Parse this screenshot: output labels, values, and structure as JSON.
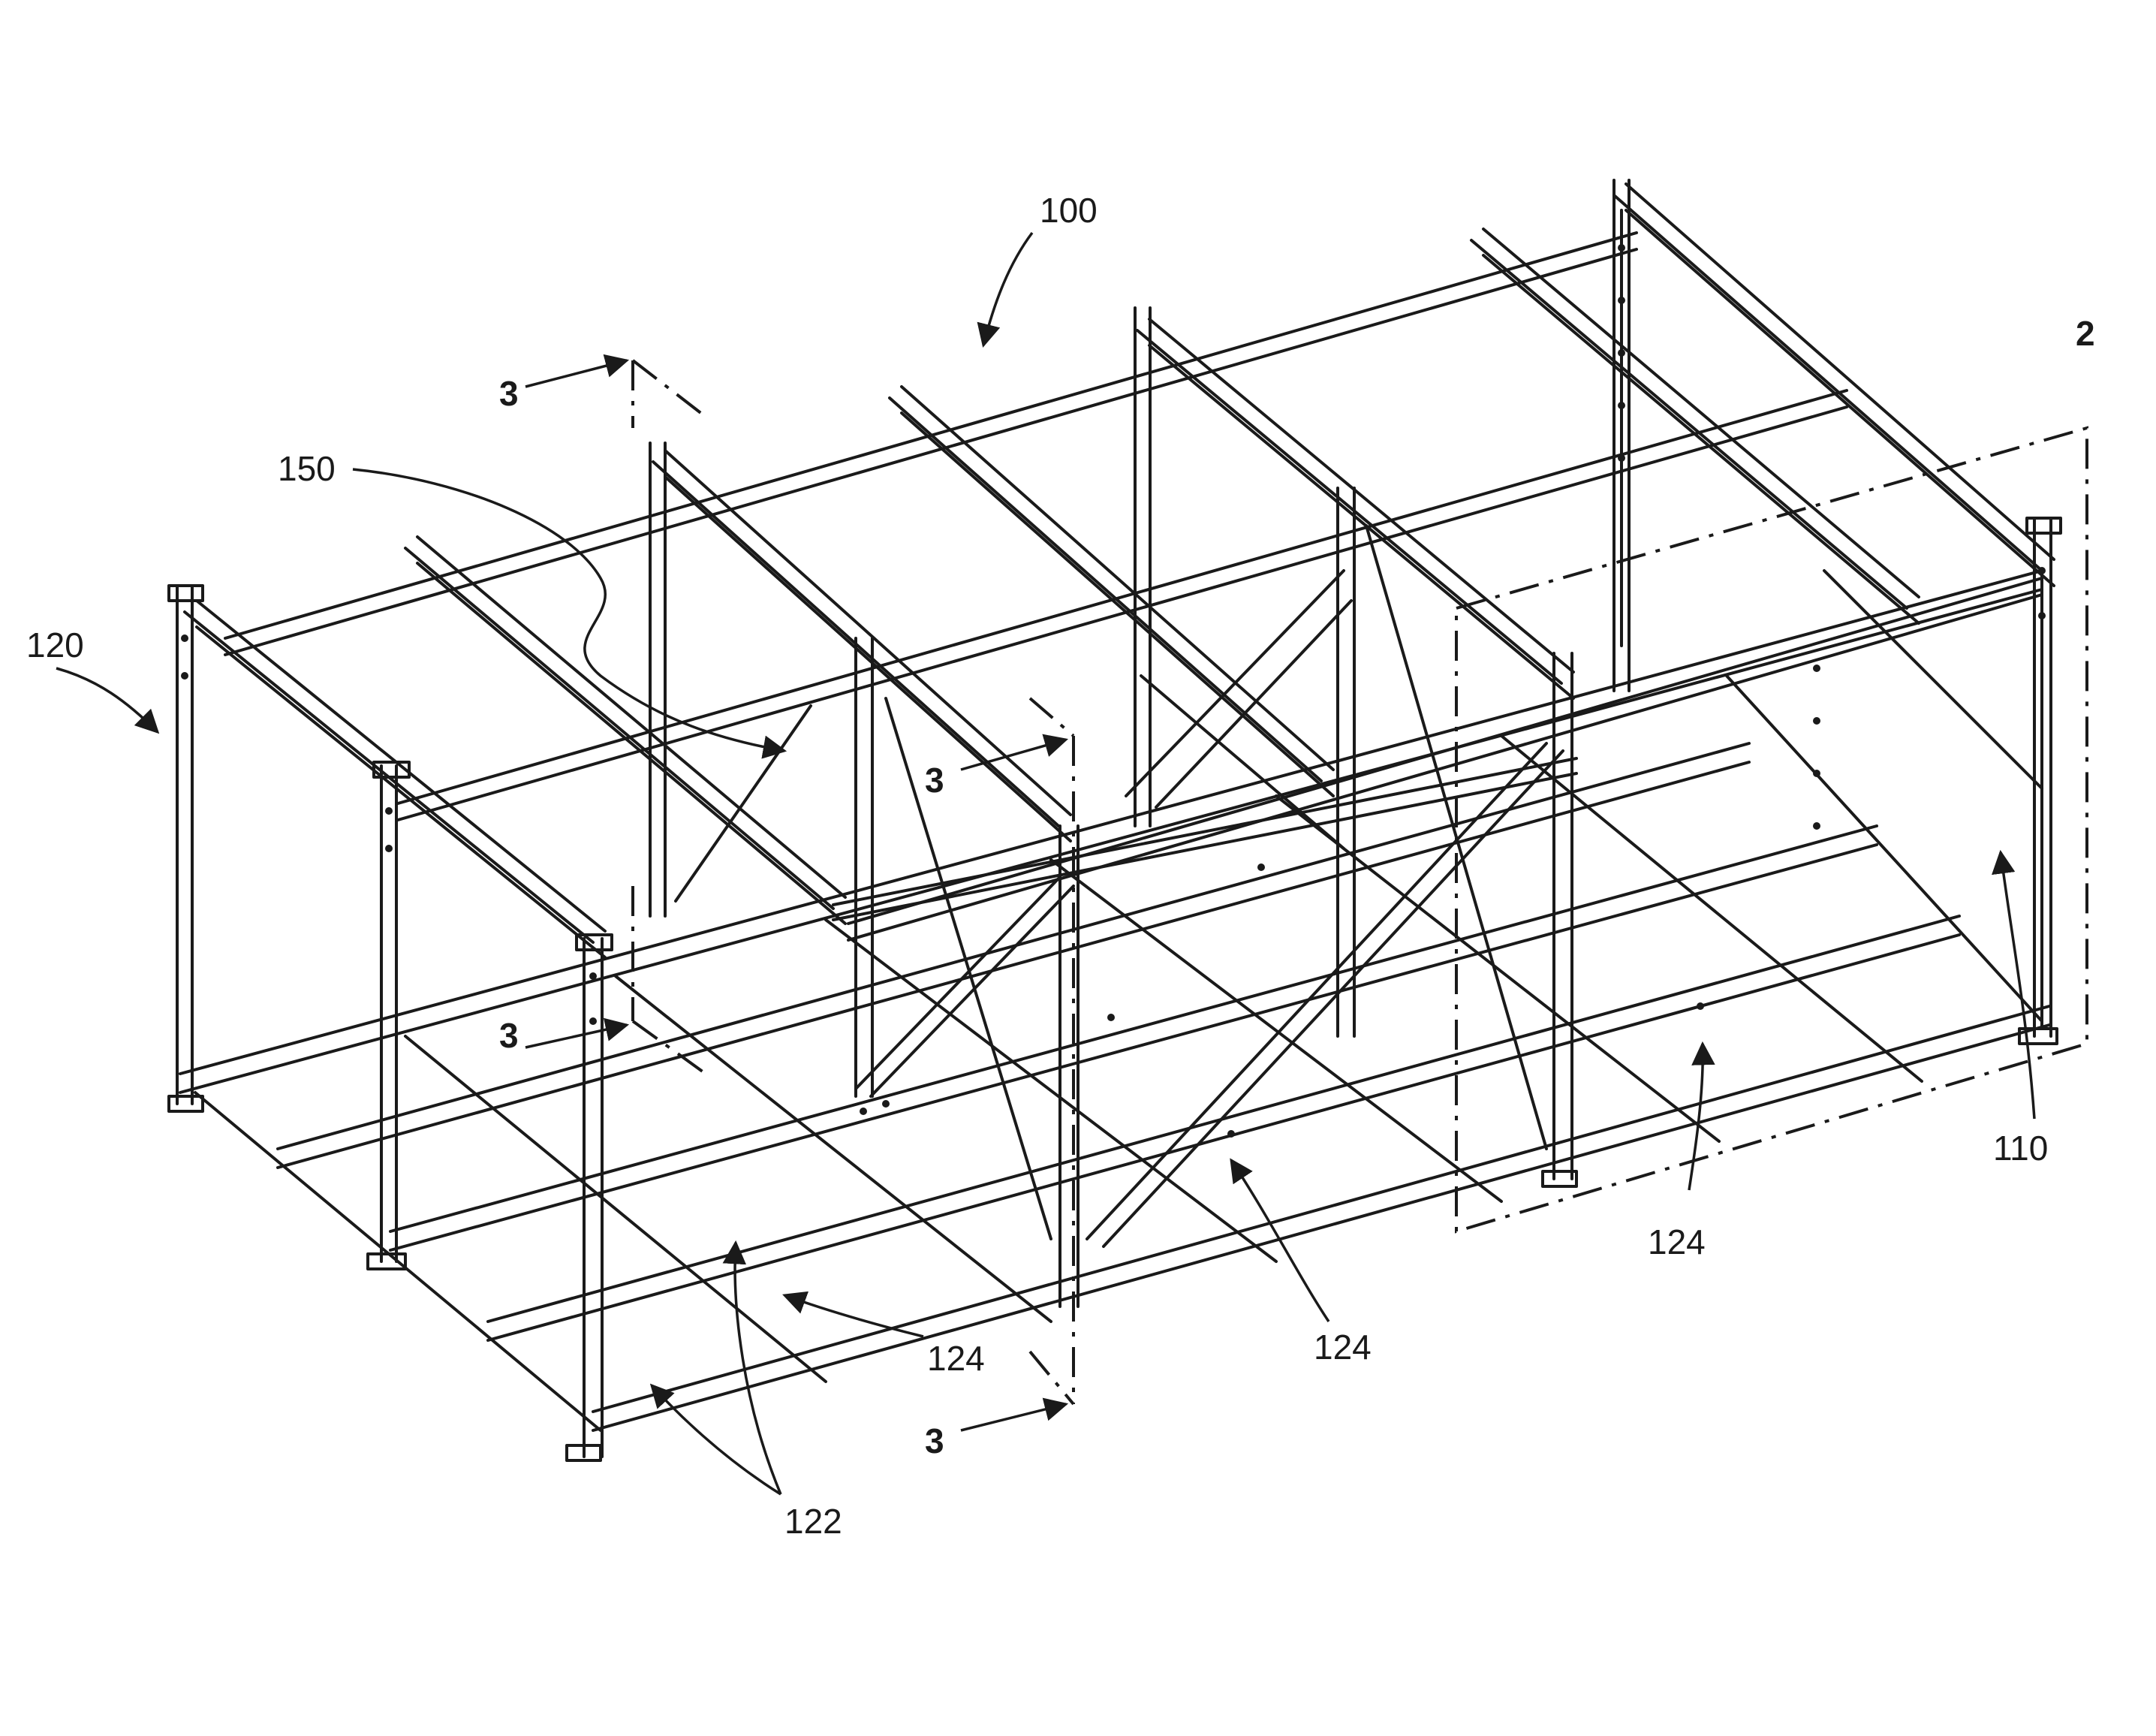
{
  "figure": {
    "labels": {
      "ref_100": "100",
      "ref_120": "120",
      "ref_150": "150",
      "ref_110": "110",
      "ref_122": "122",
      "ref_124_a": "124",
      "ref_124_b": "124",
      "ref_124_c": "124",
      "section_2": "2",
      "section_3_a": "3",
      "section_3_b": "3",
      "section_3_c": "3",
      "section_3_d": "3"
    },
    "line_color": "#1a1a1a",
    "background": "#ffffff"
  }
}
